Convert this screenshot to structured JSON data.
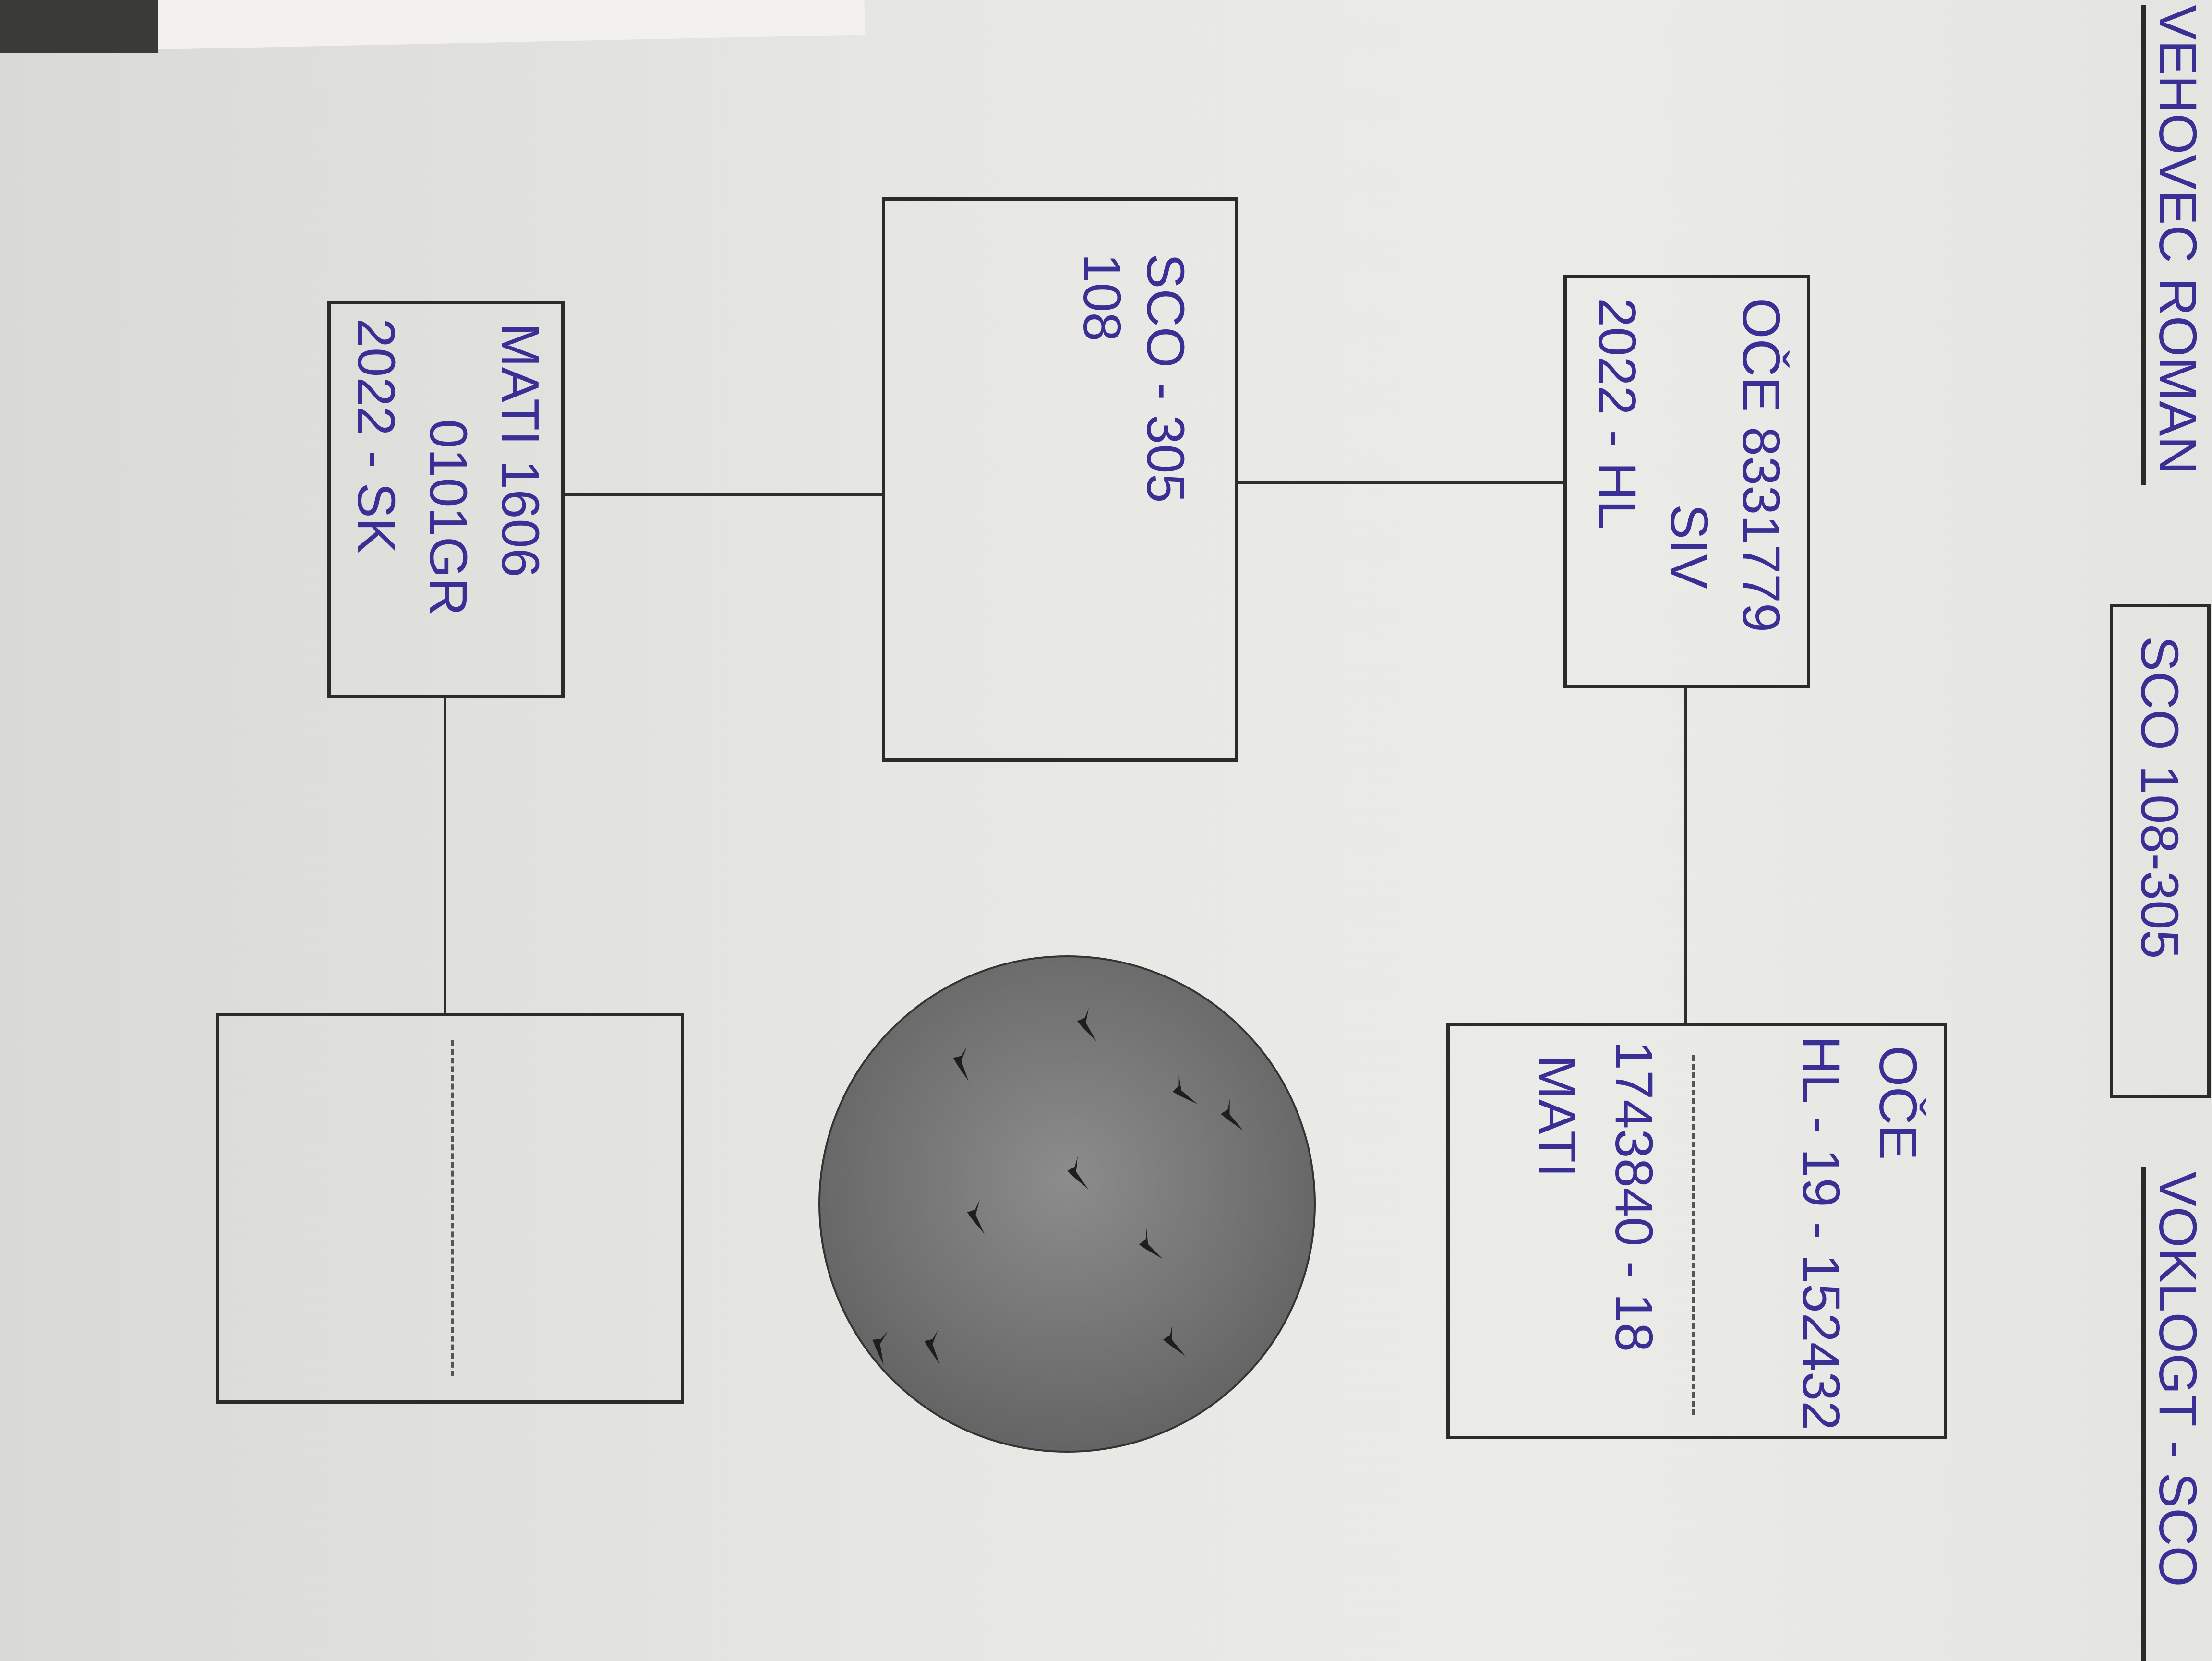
{
  "header": {
    "left_title": "VEHOVEC ROMAN",
    "ring_box": "SCO 108-305",
    "right_title": "VOKLOGT - SCO"
  },
  "pedigree": {
    "subject": {
      "lines": [
        "SCO - 305",
        "108"
      ]
    },
    "father": {
      "lines": [
        "OČE 8331779",
        "SIV",
        "2022 - HL"
      ]
    },
    "mother": {
      "lines": [
        "MATI 1606",
        "0101GR",
        "2022 - SK"
      ]
    },
    "father_parents": {
      "lines": [
        "OČE",
        "HL - 19 - 152432",
        "1743840 - 18",
        "MATI"
      ]
    },
    "mother_parents": {
      "lines": []
    }
  },
  "colors": {
    "ink": "#3a2f95",
    "paper": "#e8e8e5",
    "lines": "#2b2b2b"
  },
  "emblem": "birds-in-circle-icon"
}
